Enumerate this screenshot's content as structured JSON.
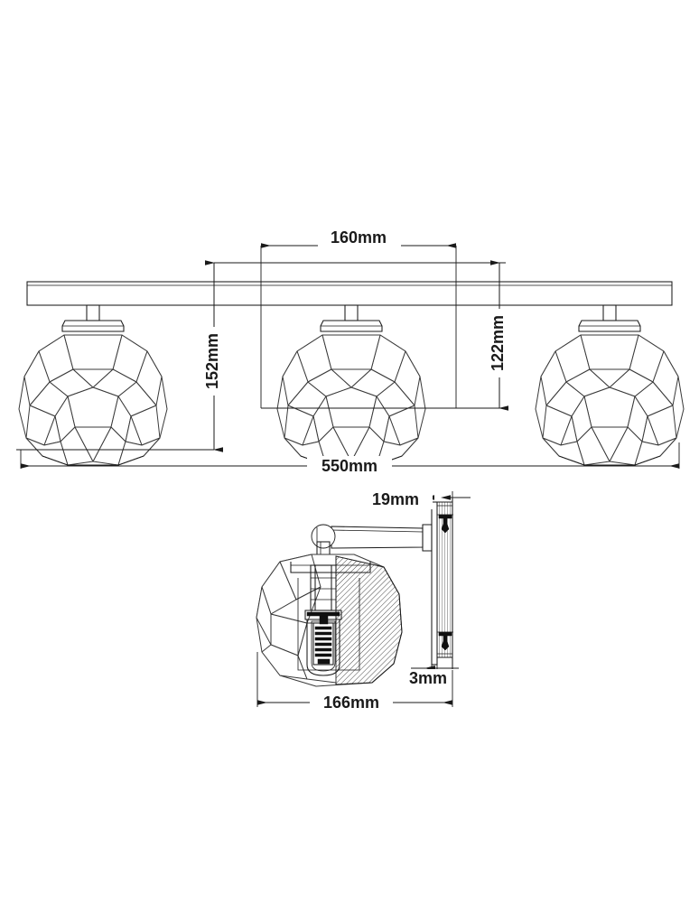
{
  "document": {
    "type": "engineering-dimension-drawing",
    "subject": "3-light faceted glass globe wall / vanity light",
    "units": "mm",
    "line_color": "#1a1a1a",
    "background_color": "#ffffff"
  },
  "views": {
    "front": {
      "name": "front-elevation",
      "lamp_count": 3,
      "shade_style": "faceted-polyhedron-globe"
    },
    "side": {
      "name": "side-section-view",
      "shade_style": "faceted-polyhedron-globe-section",
      "features": [
        "wall-plate",
        "mounting-arm",
        "ball-joint",
        "lamp-socket",
        "bulb-thread"
      ]
    }
  },
  "dimensions": {
    "front": [
      {
        "id": "spacing",
        "label": "160mm",
        "value": 160,
        "orientation": "horizontal",
        "view": "front"
      },
      {
        "id": "total-height",
        "label": "152mm",
        "value": 152,
        "orientation": "vertical",
        "view": "front"
      },
      {
        "id": "shade-height",
        "label": "122mm",
        "value": 122,
        "orientation": "vertical",
        "view": "front"
      },
      {
        "id": "total-width",
        "label": "550mm",
        "value": 550,
        "orientation": "horizontal",
        "view": "front"
      }
    ],
    "side": [
      {
        "id": "arm-offset",
        "label": "19mm",
        "value": 19,
        "orientation": "horizontal",
        "view": "side"
      },
      {
        "id": "plate-thick",
        "label": "3mm",
        "value": 3,
        "orientation": "horizontal",
        "view": "side"
      },
      {
        "id": "projection",
        "label": "166mm",
        "value": 166,
        "orientation": "horizontal",
        "view": "side"
      }
    ]
  },
  "labels": {
    "d160": "160mm",
    "d152": "152mm",
    "d122": "122mm",
    "d550": "550mm",
    "d19": "19mm",
    "d3": "3mm",
    "d166": "166mm"
  }
}
